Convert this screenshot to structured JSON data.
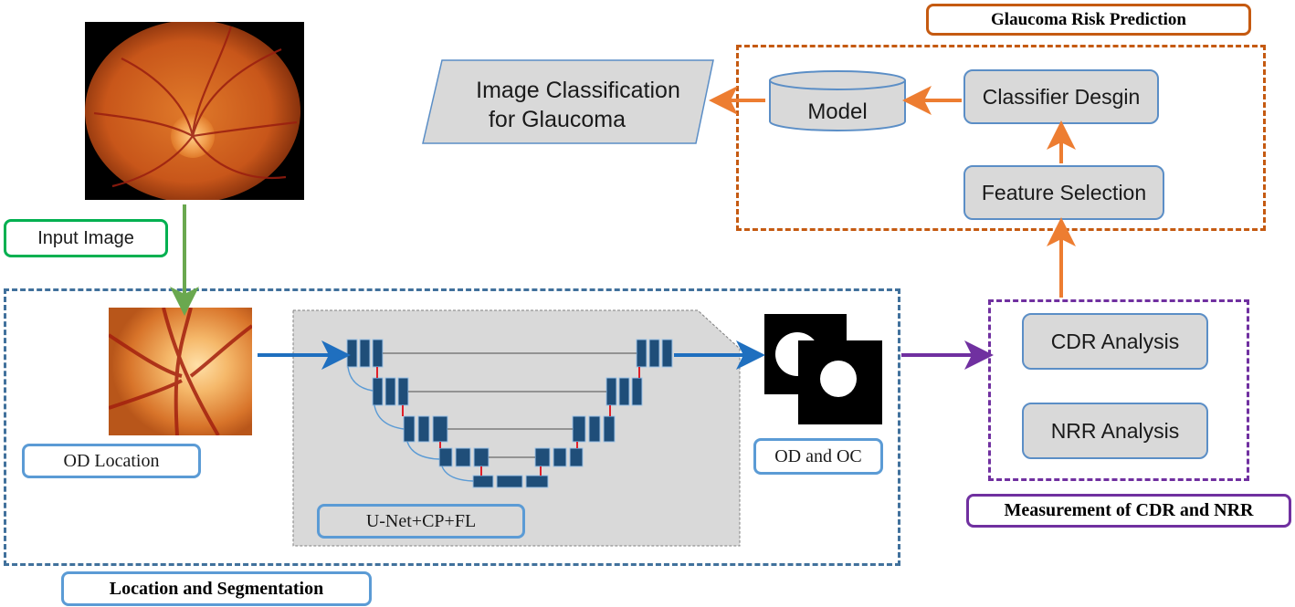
{
  "labels": {
    "input_image": "Input Image",
    "od_location": "OD Location",
    "unet": "U-Net+CP+FL",
    "od_oc": "OD and OC",
    "location_segmentation": "Location and Segmentation",
    "cdr_analysis": "CDR Analysis",
    "nrr_analysis": "NRR Analysis",
    "measurement": "Measurement of CDR and NRR",
    "feature_selection": "Feature Selection",
    "classifier_design": "Classifier Desgin",
    "model": "Model",
    "image_classification_line1": "Image Classification",
    "image_classification_line2": "for Glaucoma",
    "risk_prediction": "Glaucoma Risk Prediction"
  },
  "colors": {
    "green": "#6aa84f",
    "blue_arrow": "#1f6fbf",
    "purple": "#7030a0",
    "orange": "#ed7d31",
    "dash_blue": "#41719c",
    "dash_orange": "#c55a11",
    "label_blue": "#5b9bd5",
    "label_green": "#00b050"
  }
}
